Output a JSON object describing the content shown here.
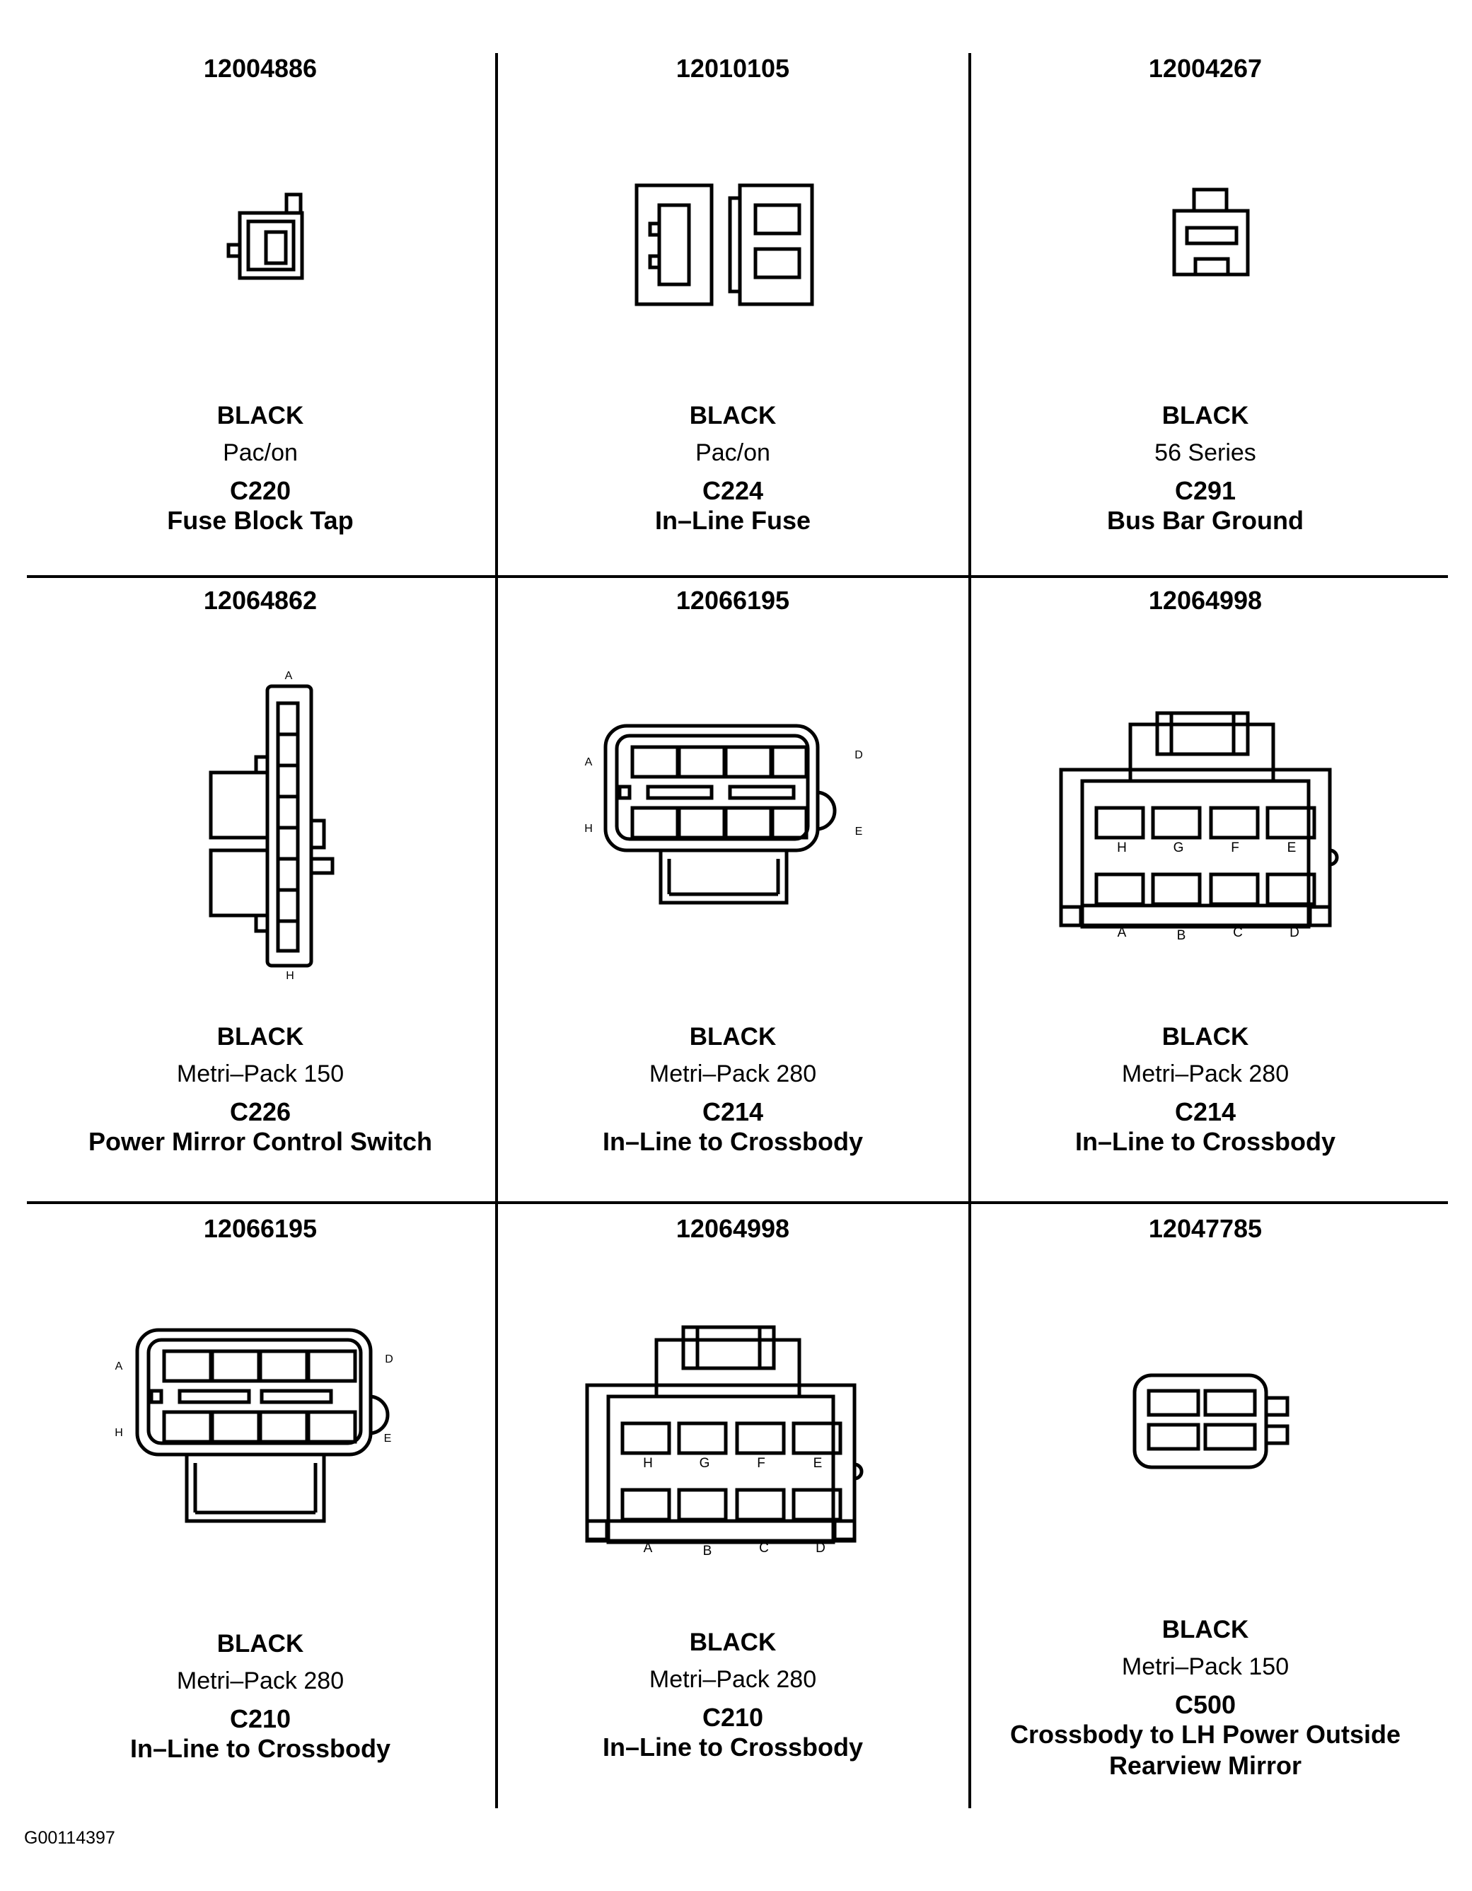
{
  "figure_id": "G00114397",
  "connectors": [
    {
      "part_number": "12004886",
      "color": "BLACK",
      "series": "Pac/on",
      "connector_id": "C220",
      "description": "Fuse Block Tap"
    },
    {
      "part_number": "12010105",
      "color": "BLACK",
      "series": "Pac/on",
      "connector_id": "C224",
      "description": "In–Line Fuse"
    },
    {
      "part_number": "12004267",
      "color": "BLACK",
      "series": "56 Series",
      "connector_id": "C291",
      "description": "Bus Bar Ground"
    },
    {
      "part_number": "12064862",
      "color": "BLACK",
      "series": "Metri–Pack 150",
      "connector_id": "C226",
      "description": "Power Mirror Control Switch",
      "pins": [
        "A",
        "H"
      ]
    },
    {
      "part_number": "12066195",
      "color": "BLACK",
      "series": "Metri–Pack 280",
      "connector_id": "C214",
      "description": "In–Line to Crossbody",
      "pins": [
        "A",
        "D",
        "H",
        "E"
      ]
    },
    {
      "part_number": "12064998",
      "color": "BLACK",
      "series": "Metri–Pack 280",
      "connector_id": "C214",
      "description": "In–Line to Crossbody",
      "pins": [
        "H",
        "G",
        "F",
        "E",
        "A",
        "B",
        "C",
        "D"
      ]
    },
    {
      "part_number": "12066195",
      "color": "BLACK",
      "series": "Metri–Pack 280",
      "connector_id": "C210",
      "description": "In–Line to Crossbody",
      "pins": [
        "A",
        "D",
        "H",
        "E"
      ]
    },
    {
      "part_number": "12064998",
      "color": "BLACK",
      "series": "Metri–Pack 280",
      "connector_id": "C210",
      "description": "In–Line to Crossbody",
      "pins": [
        "H",
        "G",
        "F",
        "E",
        "A",
        "B",
        "C",
        "D"
      ]
    },
    {
      "part_number": "12047785",
      "color": "BLACK",
      "series": "Metri–Pack 150",
      "connector_id": "C500",
      "description": "Crossbody to LH Power Outside",
      "description_line2": "Rearview Mirror"
    }
  ]
}
